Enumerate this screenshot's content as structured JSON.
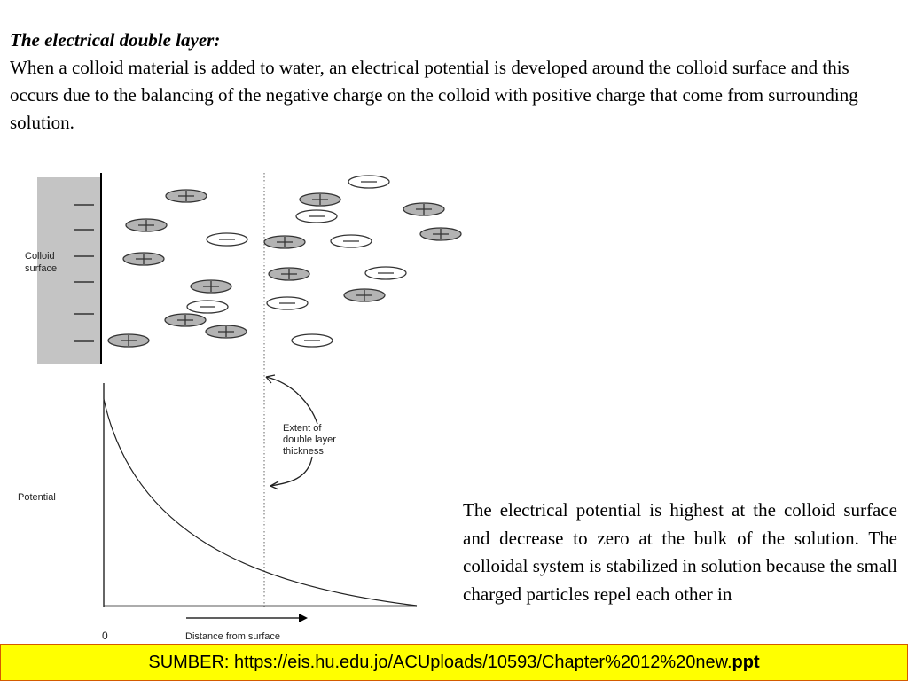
{
  "heading": {
    "title": "The electrical double layer:",
    "body": "When a colloid material is added to water, an electrical potential is developed around the colloid surface and this occurs due to the balancing of the negative charge on the colloid with positive charge that come from surrounding solution."
  },
  "figure": {
    "colloid_label_line1": "Colloid",
    "colloid_label_line2": "surface",
    "annotation_line1": "Extent of",
    "annotation_line2": "double layer",
    "annotation_line3": "thickness",
    "y_label": "Potential",
    "x_origin": "0",
    "x_label": "Distance from surface",
    "colors": {
      "positive_ion": "#b3b3b3",
      "negative_ion": "#ffffff",
      "colloid": "#c4c4c4"
    }
  },
  "side_text": "The electrical potential is highest at the colloid surface and decrease to zero at the bulk of the solution.  The colloidal system is stabilized in solution because the small charged particles repel each other in",
  "source": {
    "prefix": "SUMBER: https://eis.hu.edu.jo/ACUploads/10593/Chapter%2012%20new.",
    "extension": "ppt"
  }
}
